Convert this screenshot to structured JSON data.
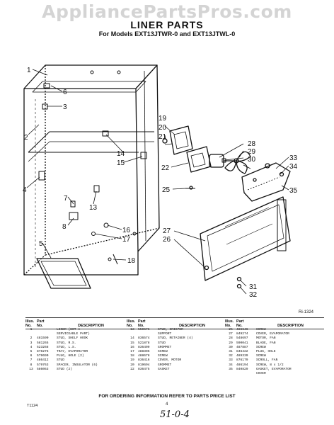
{
  "watermark": "AppliancePartsPros.com",
  "header": {
    "title": "LINER PARTS",
    "subtitle": "For Models EXT13JTWR-0 and EXT13JTWL-0"
  },
  "diagram": {
    "callouts": [
      "1",
      "6",
      "3",
      "2",
      "4",
      "7",
      "8",
      "5",
      "13",
      "14",
      "15",
      "16",
      "17",
      "18",
      "19",
      "20",
      "21",
      "22",
      "25",
      "26",
      "27",
      "28",
      "29",
      "30",
      "31",
      "32",
      "33",
      "34",
      "35"
    ],
    "reference": "Ri-1324"
  },
  "table": {
    "headers": {
      "illus_l1": "Illus.",
      "illus_l2": "No.",
      "part_l1": "Part",
      "part_l2": "No.",
      "desc": "DESCRIPTION"
    },
    "columns": [
      [
        {
          "illus": "1",
          "part": "",
          "desc": "LINER (NOT A"
        },
        {
          "illus": "",
          "part": "",
          "desc": "SERVICEABLE PART)"
        },
        {
          "illus": "2",
          "part": "481590",
          "desc": "STUD, SHELF HOOK"
        },
        {
          "illus": "3",
          "part": "581265",
          "desc": "STUD, R.S."
        },
        {
          "illus": "4",
          "part": "523268",
          "desc": "STUD, L.S."
        },
        {
          "illus": "5",
          "part": "876275",
          "desc": "TRAY, EVAPORATOR"
        },
        {
          "illus": "6",
          "part": "579690",
          "desc": "PLUG, HOLE (2)"
        },
        {
          "illus": "7",
          "part": "486412",
          "desc": "STUD"
        },
        {
          "illus": "8",
          "part": "579763",
          "desc": "SPACER, INSULATOR (6)"
        },
        {
          "illus": "13",
          "part": "586063",
          "desc": "STUD (2)"
        }
      ],
      [
        {
          "illus": "13",
          "part": "550676",
          "desc": "STUD, CRISPER"
        },
        {
          "illus": "",
          "part": "",
          "desc": "SUPPORT"
        },
        {
          "illus": "14",
          "part": "836574",
          "desc": "STUD, RETAINER (4)"
        },
        {
          "illus": "15",
          "part": "521878",
          "desc": "STUD"
        },
        {
          "illus": "16",
          "part": "836409",
          "desc": "GROMMET"
        },
        {
          "illus": "17",
          "part": "488305",
          "desc": "SCREW"
        },
        {
          "illus": "18",
          "part": "488678",
          "desc": "SCREW"
        },
        {
          "illus": "19",
          "part": "836416",
          "desc": "COVER, MOTOR"
        },
        {
          "illus": "20",
          "part": "819694",
          "desc": "GROMMET"
        },
        {
          "illus": "22",
          "part": "836475",
          "desc": "GASKET"
        }
      ],
      [
        {
          "illus": "25",
          "part": "486646",
          "desc": "SCREW"
        },
        {
          "illus": "27",
          "part": "849274",
          "desc": "COVER, EVAPORATOR"
        },
        {
          "illus": "28",
          "part": "548697",
          "desc": "MOTOR, FAN"
        },
        {
          "illus": "29",
          "part": "590041",
          "desc": "BLADE, FAN"
        },
        {
          "illus": "30",
          "part": "487887",
          "desc": "SCREW"
        },
        {
          "illus": "31",
          "part": "846422",
          "desc": "PLUG, HOLE"
        },
        {
          "illus": "32",
          "part": "489339",
          "desc": "SCREW"
        },
        {
          "illus": "33",
          "part": "876179",
          "desc": "SCROLL, FAN"
        },
        {
          "illus": "34",
          "part": "486194",
          "desc": "SCREW, 8 x 1/2"
        },
        {
          "illus": "35",
          "part": "840829",
          "desc": "GASKET, EVAPORATOR"
        },
        {
          "illus": "",
          "part": "",
          "desc": "COVER"
        }
      ]
    ]
  },
  "footer": {
    "order_note": "FOR ORDERING INFORMATION REFER TO PARTS PRICE LIST",
    "code": "T1124",
    "page_mark": "4",
    "handwritten": "51-0-4"
  }
}
